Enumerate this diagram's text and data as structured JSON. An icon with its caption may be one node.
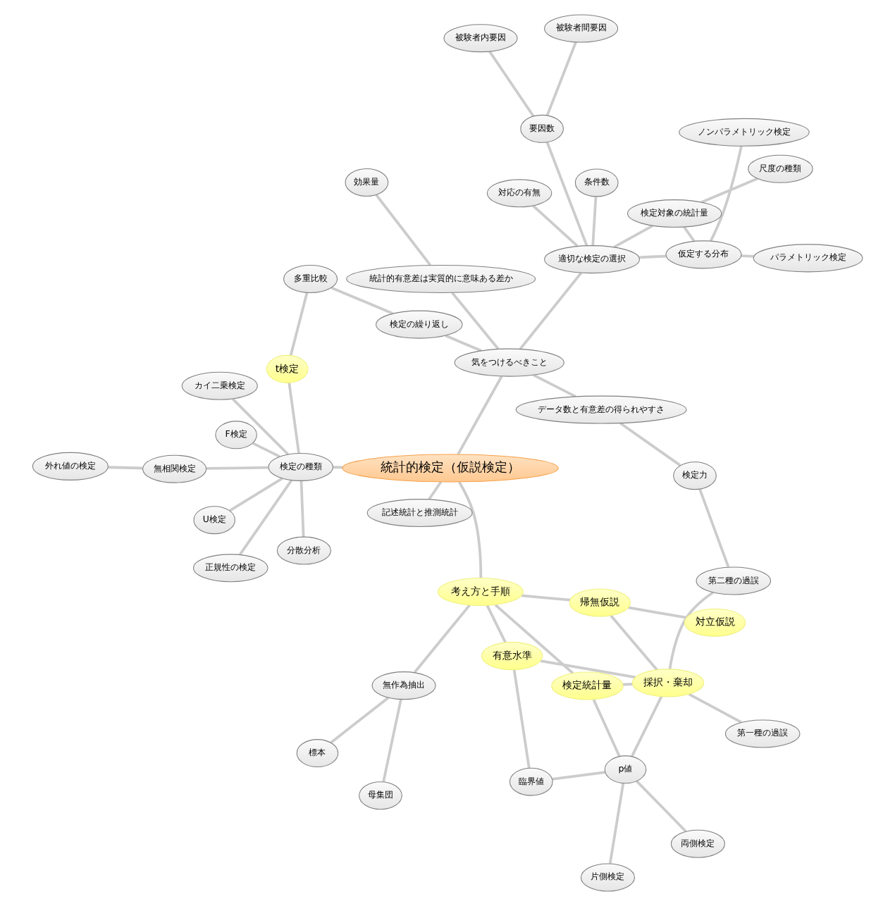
{
  "diagram": {
    "nodes": [
      {
        "text": [
          "統計的検定（仮説検定）"
        ]
      },
      {
        "text": [
          "ノンパラメトリック検定"
        ]
      },
      {
        "text": [
          "正規性の検定"
        ]
      },
      {
        "text": [
          "U検定"
        ]
      },
      {
        "text": [
          "外れ値の検定"
        ]
      },
      {
        "text": [
          "パラメトリック検定"
        ]
      },
      {
        "text": [
          "F検定"
        ]
      },
      {
        "text": [
          "検定対象の統計量"
        ]
      },
      {
        "text": [
          "無相関検定"
        ]
      },
      {
        "text": [
          "仮定する分布"
        ]
      },
      {
        "text": [
          "尺度の種類"
        ]
      },
      {
        "text": [
          "条件数"
        ]
      },
      {
        "text": [
          "適切な検定の選択"
        ]
      },
      {
        "text": [
          "多重比較"
        ]
      },
      {
        "text": [
          "分散分析"
        ]
      },
      {
        "text": [
          "被験者間要因"
        ]
      },
      {
        "text": [
          "要因数"
        ]
      },
      {
        "text": [
          "t検定"
        ]
      },
      {
        "text": [
          "検定の繰り返し"
        ]
      },
      {
        "text": [
          "検定の種類"
        ]
      },
      {
        "text": [
          "カイ二乗検定"
        ]
      },
      {
        "text": [
          "被験者内要因"
        ]
      },
      {
        "text": [
          "対応の有無"
        ]
      },
      {
        "text": [
          "記述統計と推測統計"
        ]
      },
      {
        "text": [
          "気をつけるべきこと"
        ]
      },
      {
        "text": [
          "考え方と手順"
        ]
      },
      {
        "text": [
          "データ数と有意差の得られやすさ"
        ]
      },
      {
        "text": [
          "帰無仮説"
        ]
      },
      {
        "text": [
          "統計的有意差は実質的に意味ある差か"
        ]
      },
      {
        "text": [
          "対立仮説"
        ]
      },
      {
        "text": [
          "検定統計量"
        ]
      },
      {
        "text": [
          "有意水準"
        ]
      },
      {
        "text": [
          "無作為抽出"
        ]
      },
      {
        "text": [
          "標本"
        ]
      },
      {
        "text": [
          "母集団"
        ]
      },
      {
        "text": [
          "検定力"
        ]
      },
      {
        "text": [
          "採択・棄却"
        ]
      },
      {
        "text": [
          "p値"
        ]
      },
      {
        "text": [
          "臨界値"
        ]
      },
      {
        "text": [
          "効果量"
        ]
      },
      {
        "text": [
          "第二種の過誤"
        ]
      },
      {
        "text": [
          "片側検定"
        ]
      },
      {
        "text": [
          "第一種の過誤"
        ]
      },
      {
        "text": [
          "両側検定"
        ]
      }
    ],
    "edges": [
      {
        "from": 0,
        "to": 19,
        "arrow": "none"
      },
      {
        "from": 0,
        "to": 23,
        "arrow": "none"
      },
      {
        "from": 0,
        "to": 25,
        "arrow": "none"
      },
      {
        "from": 0,
        "to": 24,
        "arrow": "none"
      },
      {
        "from": 24,
        "to": 12,
        "arrow": "none"
      },
      {
        "from": 12,
        "to": 9,
        "arrow": "none"
      },
      {
        "from": 9,
        "to": 1,
        "arrow": "none"
      },
      {
        "from": 9,
        "to": 5,
        "arrow": "none"
      },
      {
        "from": 9,
        "to": 7,
        "arrow": "none"
      },
      {
        "from": 12,
        "to": 7,
        "arrow": "none"
      },
      {
        "from": 7,
        "to": 10,
        "arrow": "none"
      },
      {
        "from": 12,
        "to": 11,
        "arrow": "none"
      },
      {
        "from": 12,
        "to": 16,
        "arrow": "none"
      },
      {
        "from": 16,
        "to": 15,
        "arrow": "none"
      },
      {
        "from": 16,
        "to": 21,
        "arrow": "none"
      },
      {
        "from": 12,
        "to": 22,
        "arrow": "none"
      },
      {
        "from": 24,
        "to": 18,
        "arrow": "none"
      },
      {
        "from": 18,
        "to": 13,
        "arrow": "none"
      },
      {
        "from": 13,
        "to": 17,
        "arrow": "none"
      },
      {
        "from": 19,
        "to": 17,
        "arrow": "none"
      },
      {
        "from": 19,
        "to": 2,
        "arrow": "none"
      },
      {
        "from": 19,
        "to": 6,
        "arrow": "none"
      },
      {
        "from": 19,
        "to": 3,
        "arrow": "none"
      },
      {
        "from": 19,
        "to": 8,
        "arrow": "none"
      },
      {
        "from": 8,
        "to": 4,
        "arrow": "none"
      },
      {
        "from": 19,
        "to": 14,
        "arrow": "none"
      },
      {
        "from": 19,
        "to": 20,
        "arrow": "none"
      },
      {
        "from": 24,
        "to": 26,
        "arrow": "none"
      },
      {
        "from": 24,
        "to": 28,
        "arrow": "none"
      },
      {
        "from": 26,
        "to": 35,
        "arrow": "none"
      },
      {
        "from": 28,
        "to": 39,
        "arrow": "none"
      },
      {
        "from": 35,
        "to": 40,
        "arrow": "none"
      },
      {
        "from": 36,
        "to": 40,
        "arrow": "none"
      },
      {
        "from": 36,
        "to": 42,
        "arrow": "none"
      },
      {
        "from": 25,
        "to": 27,
        "arrow": "none"
      },
      {
        "from": 27,
        "to": 29,
        "arrow": "none"
      },
      {
        "from": 27,
        "to": 36,
        "arrow": "none"
      },
      {
        "from": 30,
        "to": 36,
        "arrow": "none"
      },
      {
        "from": 31,
        "to": 36,
        "arrow": "none"
      },
      {
        "from": 36,
        "to": 37,
        "arrow": "none"
      },
      {
        "from": 30,
        "to": 37,
        "arrow": "none"
      },
      {
        "from": 37,
        "to": 38,
        "arrow": "none"
      },
      {
        "from": 31,
        "to": 38,
        "arrow": "none"
      },
      {
        "from": 37,
        "to": 41,
        "arrow": "none"
      },
      {
        "from": 37,
        "to": 43,
        "arrow": "none"
      },
      {
        "from": 25,
        "to": 30,
        "arrow": "none"
      },
      {
        "from": 25,
        "to": 31,
        "arrow": "none"
      },
      {
        "from": 25,
        "to": 32,
        "arrow": "none"
      },
      {
        "from": 32,
        "to": 33,
        "arrow": "none"
      },
      {
        "from": 32,
        "to": 34,
        "arrow": "none"
      }
    ]
  }
}
